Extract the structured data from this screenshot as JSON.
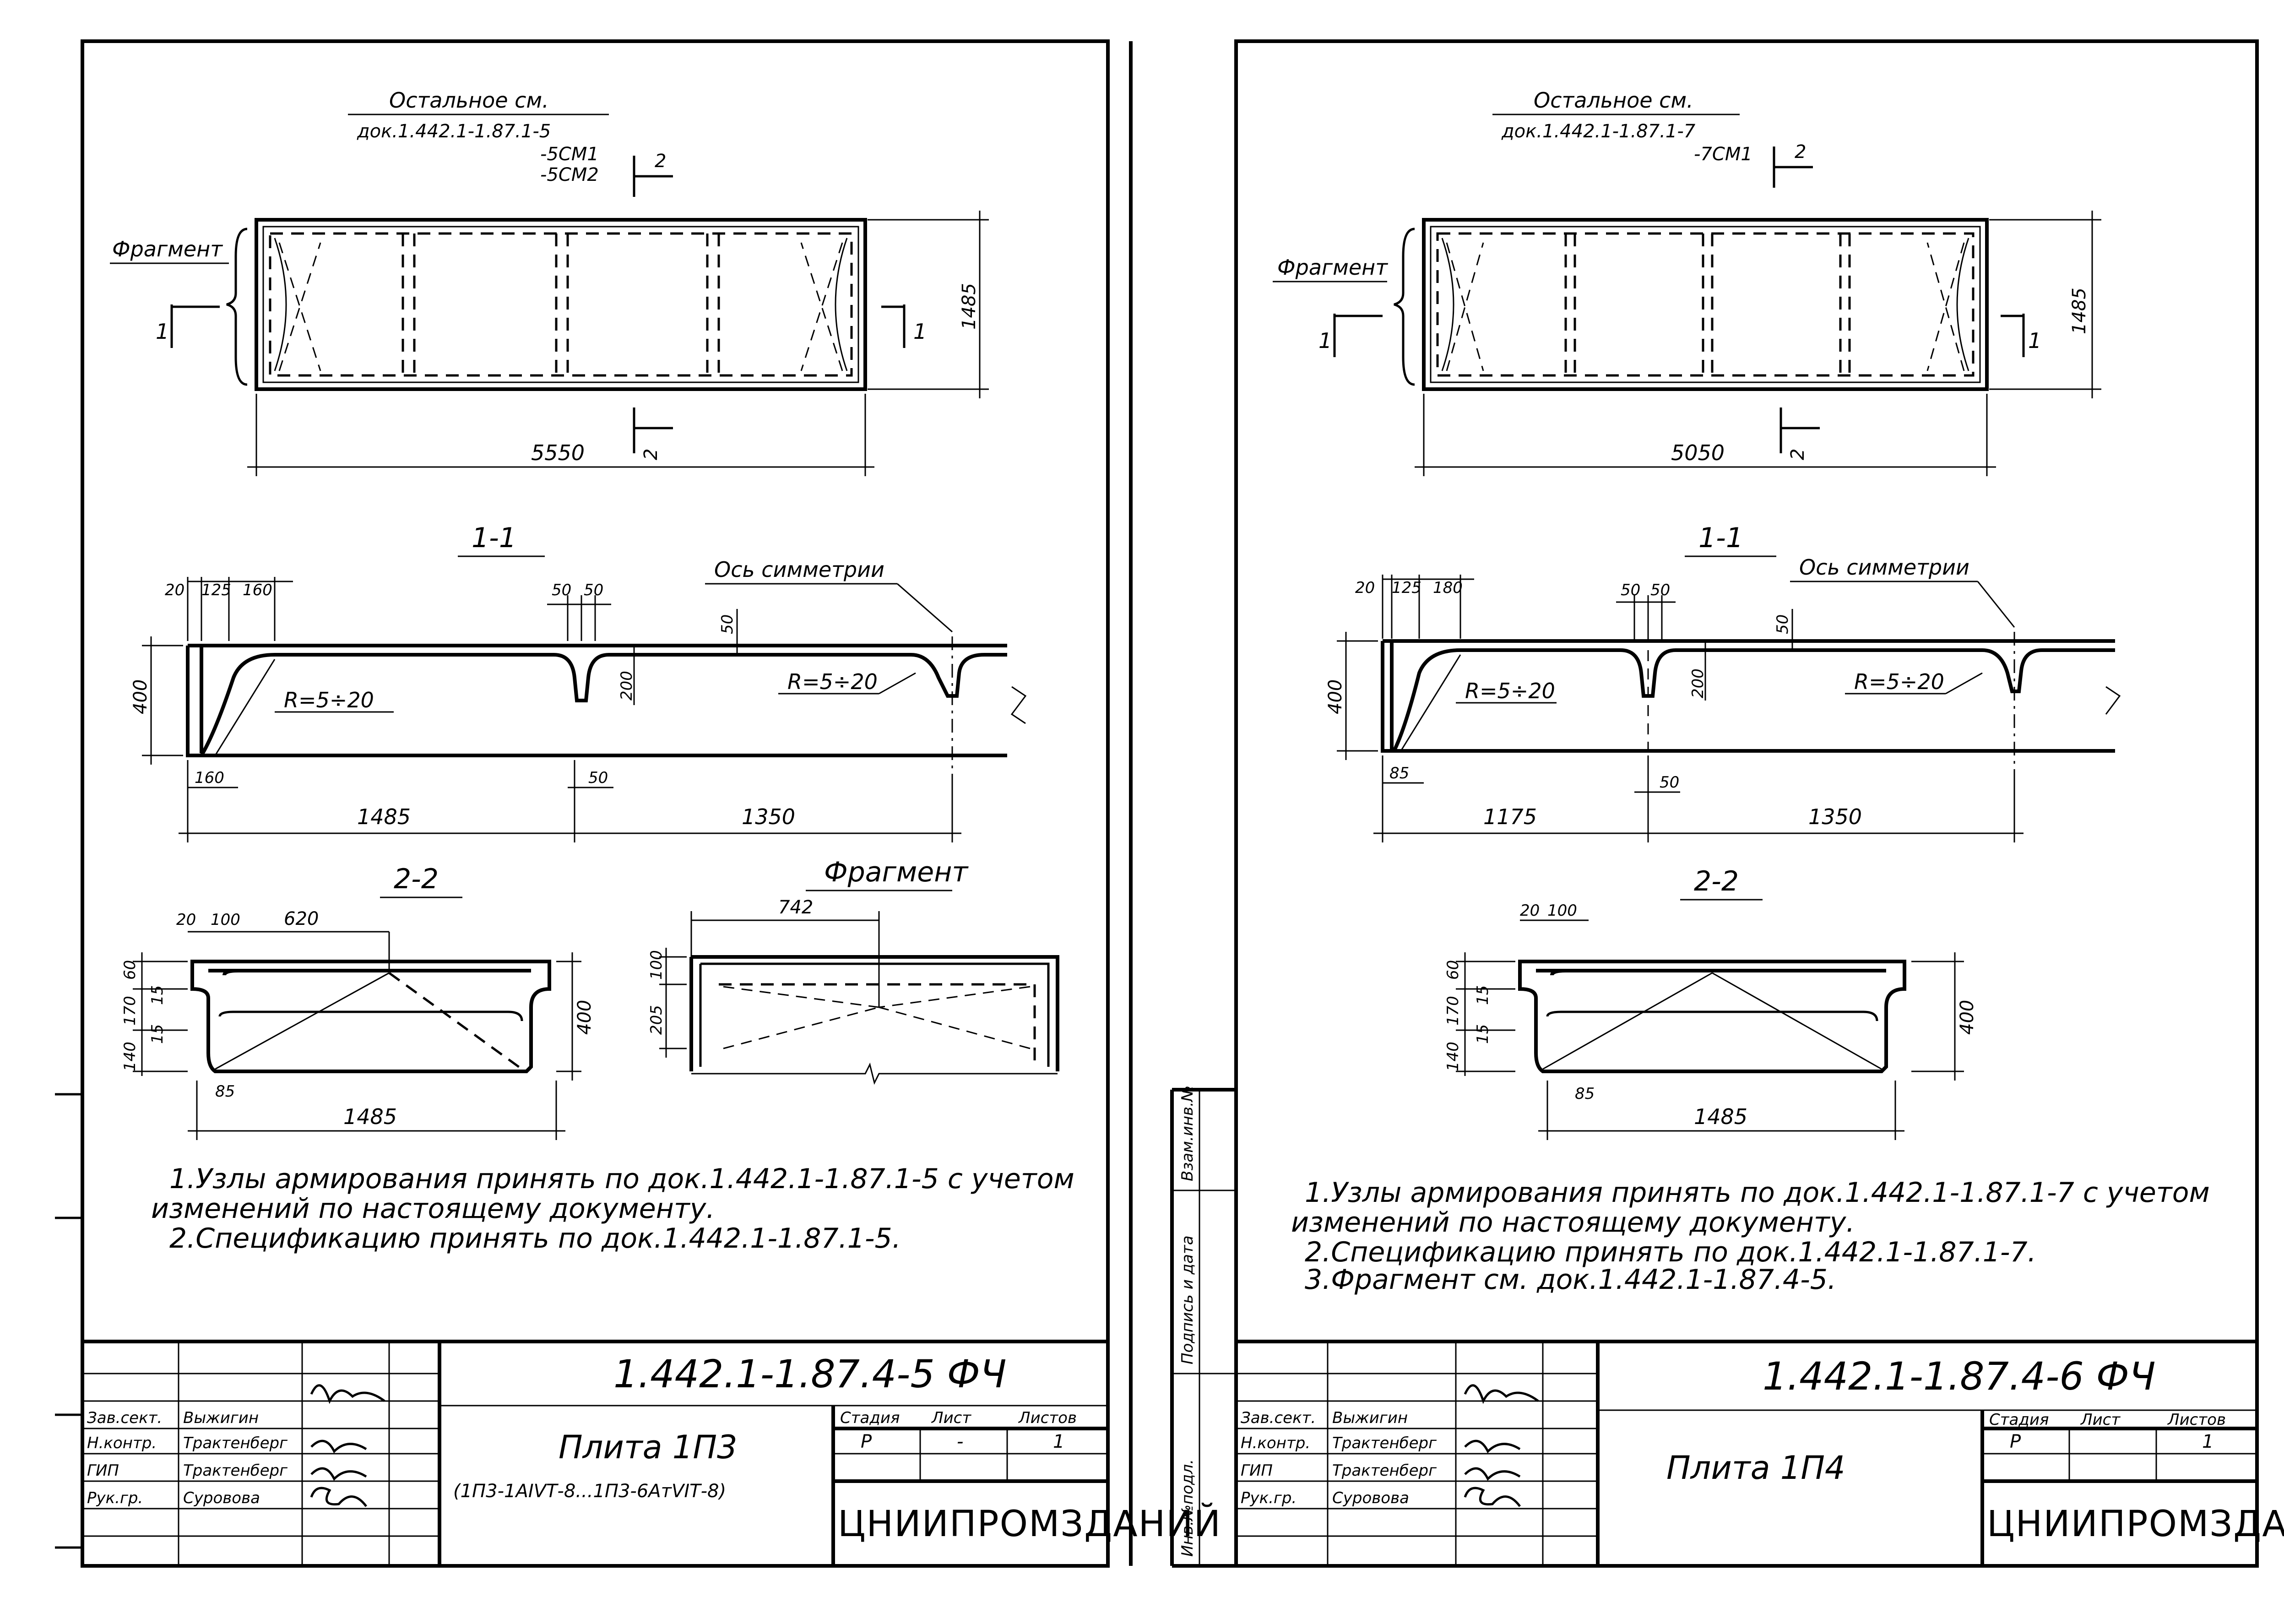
{
  "left_sheet": {
    "ref_title": "Остальное см.",
    "ref_doc": "док.1.442.1-1.87.1-5",
    "ref_items": [
      "-5СМ1",
      "-5СМ2"
    ],
    "fragment_label": "Фрагмент",
    "plan_width": "5550",
    "plan_height": "1485",
    "cut_1": "1",
    "cut_2": "2",
    "section_1_title": "1-1",
    "axis_label": "Ось симметрии",
    "dims_section1": [
      "20",
      "125",
      "160",
      "50",
      "50",
      "50",
      "200",
      "400",
      "160",
      "50",
      "1485",
      "1350"
    ],
    "radius_1": "R=5÷20",
    "radius_2": "R=5÷20",
    "section_2_title": "2-2",
    "dims_section2": [
      "20",
      "100",
      "620",
      "60",
      "170",
      "140",
      "15",
      "15",
      "400",
      "85",
      "1485"
    ],
    "fragment2_title": "Фрагмент",
    "fragment2_dims": [
      "742",
      "100",
      "205"
    ],
    "notes": [
      "1.Узлы армирования принять по док.1.442.1-1.87.1-5 с учетом",
      "изменений по настоящему документу.",
      "2.Спецификацию принять по док.1.442.1-1.87.1-5."
    ],
    "stamp": {
      "code": "1.442.1-1.87.4-5 ФЧ",
      "rows": [
        {
          "role": "Зав.сект.",
          "name": "Выжигин"
        },
        {
          "role": "Н.контр.",
          "name": "Трактенберг"
        },
        {
          "role": "ГИП",
          "name": "Трактенберг"
        },
        {
          "role": "Рук.гр.",
          "name": "Суровова"
        }
      ],
      "title": "Плита 1П3",
      "subtitle": "(1П3-1АIVТ-8...1П3-6АтVIТ-8)",
      "col_stage": "Стадия",
      "col_sheet": "Лист",
      "col_sheets": "Листов",
      "stage": "Р",
      "sheet": "-",
      "sheets": "1",
      "org": "ЦНИИПРОМЗДАНИЙ"
    }
  },
  "right_sheet": {
    "ref_title": "Остальное см.",
    "ref_doc": "док.1.442.1-1.87.1-7",
    "ref_items": [
      "-7СМ1"
    ],
    "fragment_label": "Фрагмент",
    "plan_width": "5050",
    "plan_height": "1485",
    "cut_1": "1",
    "cut_2": "2",
    "section_1_title": "1-1",
    "axis_label": "Ось симметрии",
    "dims_section1": [
      "20",
      "125",
      "180",
      "50",
      "50",
      "50",
      "200",
      "400",
      "85",
      "50",
      "1175",
      "1350"
    ],
    "radius_1": "R=5÷20",
    "radius_2": "R=5÷20",
    "section_2_title": "2-2",
    "dims_section2": [
      "20",
      "100",
      "60",
      "170",
      "140",
      "15",
      "15",
      "400",
      "85",
      "1485"
    ],
    "notes": [
      "1.Узлы армирования принять по док.1.442.1-1.87.1-7 с учетом",
      "изменений по настоящему документу.",
      "2.Спецификацию принять по док.1.442.1-1.87.1-7.",
      "3.Фрагмент см. док.1.442.1-1.87.4-5."
    ],
    "side_labels": [
      "Инв.№подл.",
      "Подпись и дата",
      "Взам.инв.№"
    ],
    "stamp": {
      "code": "1.442.1-1.87.4-6 ФЧ",
      "rows": [
        {
          "role": "Зав.сект.",
          "name": "Выжигин"
        },
        {
          "role": "Н.контр.",
          "name": "Трактенберг"
        },
        {
          "role": "ГИП",
          "name": "Трактенберг"
        },
        {
          "role": "Рук.гр.",
          "name": "Суровова"
        }
      ],
      "title": "Плита 1П4",
      "col_stage": "Стадия",
      "col_sheet": "Лист",
      "col_sheets": "Листов",
      "stage": "Р",
      "sheet": "",
      "sheets": "1",
      "org": "ЦНИИПРОМЗДАНИЙ"
    }
  }
}
